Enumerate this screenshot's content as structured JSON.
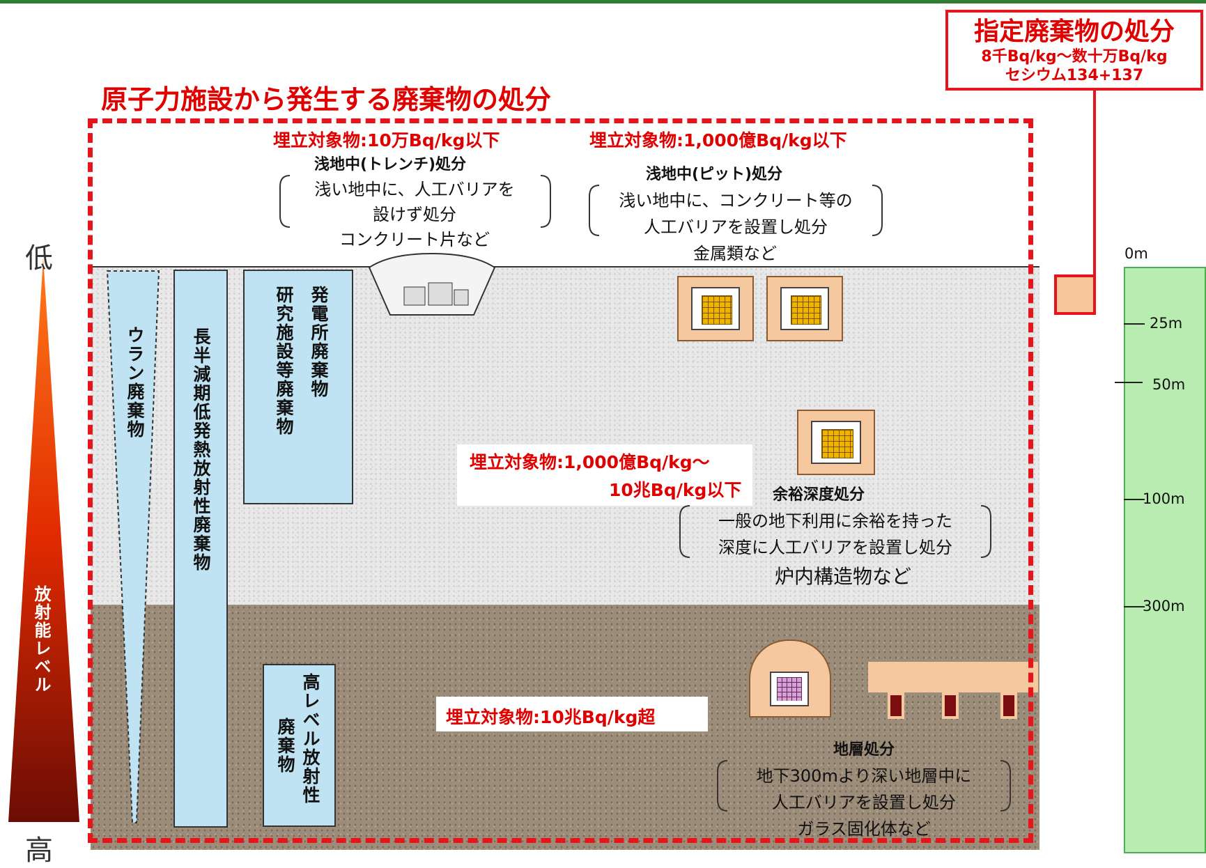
{
  "title": "原子力施設から発生する廃棄物の処分",
  "designated": {
    "title": "指定廃棄物の処分",
    "range": "8千Bq/kg～数十万Bq/kg",
    "nuclide": "セシウム134+137"
  },
  "radioactivity": {
    "low": "低",
    "high": "高",
    "label": "放射能レベル"
  },
  "waste_columns": [
    {
      "label": "ウラン廃棄物"
    },
    {
      "label": "長半減期低発熱放射性廃棄物"
    },
    {
      "label_line1": "発電所廃棄物",
      "label_line2": "研究施設等廃棄物"
    },
    {
      "label_line1": "高レベル放射性",
      "label_line2": "廃棄物"
    }
  ],
  "trench": {
    "limit": "埋立対象物:10万Bq/kg以下",
    "name": "浅地中(トレンチ)処分",
    "desc_line1": "浅い地中に、人工バリアを",
    "desc_line2": "設けず処分",
    "example": "コンクリート片など"
  },
  "pit": {
    "limit": "埋立対象物:1,000億Bq/kg以下",
    "name": "浅地中(ピット)処分",
    "desc_line1": "浅い地中に、コンクリート等の",
    "desc_line2": "人工バリアを設置し処分",
    "example": "金属類など"
  },
  "intermediate": {
    "limit_line1": "埋立対象物:1,000億Bq/kg～",
    "limit_line2": "10兆Bq/kg以下",
    "name": "余裕深度処分",
    "desc_line1": "一般の地下利用に余裕を持った",
    "desc_line2": "深度に人工バリアを設置し処分",
    "example": "炉内構造物など"
  },
  "geological": {
    "limit": "埋立対象物:10兆Bq/kg超",
    "name": "地層処分",
    "desc_line1": "地下300mより深い地層中に",
    "desc_line2": "人工バリアを設置し処分",
    "example": "ガラス固化体など"
  },
  "depth_scale": [
    "0m",
    "25m",
    "50m",
    "100m",
    "300m"
  ],
  "colors": {
    "accent_red": "#e8141c",
    "scale_green": "#b9ecb0",
    "column_blue": "#bfe3f2",
    "barrier_orange": "#f5c8a0"
  }
}
